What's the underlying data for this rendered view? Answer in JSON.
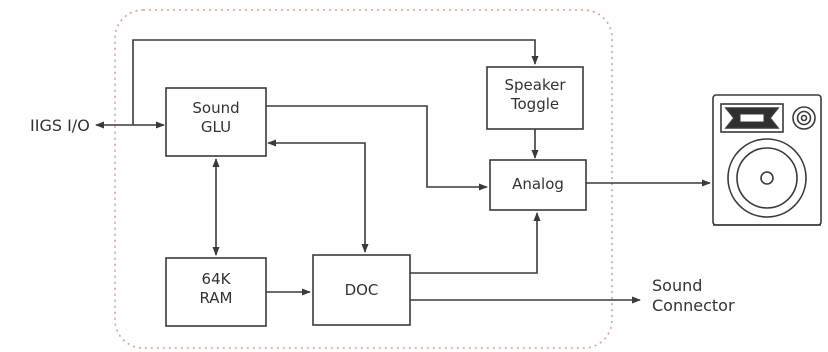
{
  "labels": {
    "iigs_io": "IIGS I/O",
    "sound_glu_1": "Sound",
    "sound_glu_2": "GLU",
    "speaker_toggle_1": "Speaker",
    "speaker_toggle_2": "Toggle",
    "analog": "Analog",
    "ram_1": "64K",
    "ram_2": "RAM",
    "doc": "DOC",
    "sound_connector_1": "Sound",
    "sound_connector_2": "Connector"
  },
  "colors": {
    "line": "#3a3a3a",
    "dotted_border": "#c8a89a",
    "speaker_fill": "#ffffff"
  },
  "icons": {
    "speaker": "speaker-cabinet-icon"
  }
}
